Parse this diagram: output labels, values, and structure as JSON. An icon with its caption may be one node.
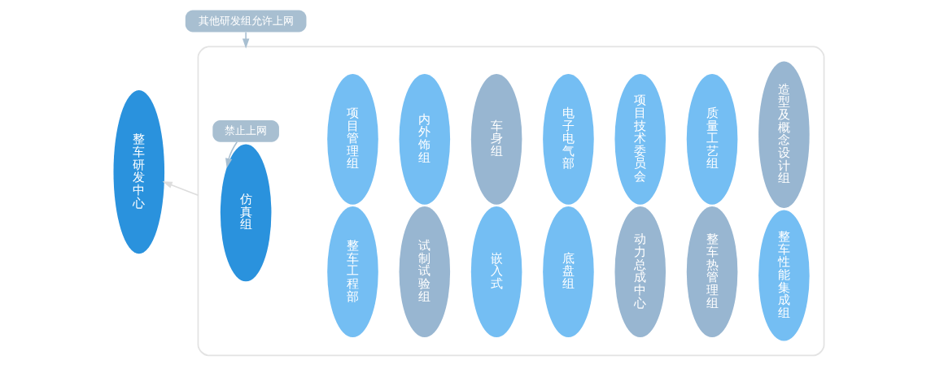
{
  "diagram": {
    "nodes": [
      {
        "text": [
          "整车研发中心"
        ]
      },
      {
        "text": [
          "其他研发组允许上网"
        ]
      },
      {
        "text": [],
        "shape": "box"
      },
      {
        "text": [
          "禁止上网"
        ],
        "in": 2
      },
      {
        "text": [
          "仿真组"
        ],
        "in": 2
      },
      {
        "text": [
          "项目管理组"
        ],
        "in": 2
      },
      {
        "text": [
          "内外饰组"
        ],
        "in": 2
      },
      {
        "text": [
          "车身组"
        ],
        "in": 2
      },
      {
        "text": [
          "电子电气部"
        ],
        "in": 2
      },
      {
        "text": [
          "项目技术委员会"
        ],
        "in": 2
      },
      {
        "text": [
          "质量工艺组"
        ],
        "in": 2
      },
      {
        "text": [
          "造型及概念设计组"
        ],
        "in": 2
      },
      {
        "text": [
          "整车工程部"
        ],
        "in": 2
      },
      {
        "text": [
          "试制试验组"
        ],
        "in": 2
      },
      {
        "text": [
          "嵌入式"
        ],
        "in": 2
      },
      {
        "text": [
          "底盘组"
        ],
        "in": 2
      },
      {
        "text": [
          "动力总成中心"
        ],
        "in": 2
      },
      {
        "text": [
          "整车热管理组"
        ],
        "in": 2
      },
      {
        "text": [
          "整车性能集成组"
        ],
        "in": 2
      }
    ],
    "edges": [
      {
        "from": 2,
        "to": 0,
        "arrow": "to",
        "color": "#dddddd"
      },
      {
        "from": 1,
        "to": 2,
        "arrow": "to"
      },
      {
        "from": 3,
        "to": 4,
        "arrow": "to"
      }
    ]
  }
}
